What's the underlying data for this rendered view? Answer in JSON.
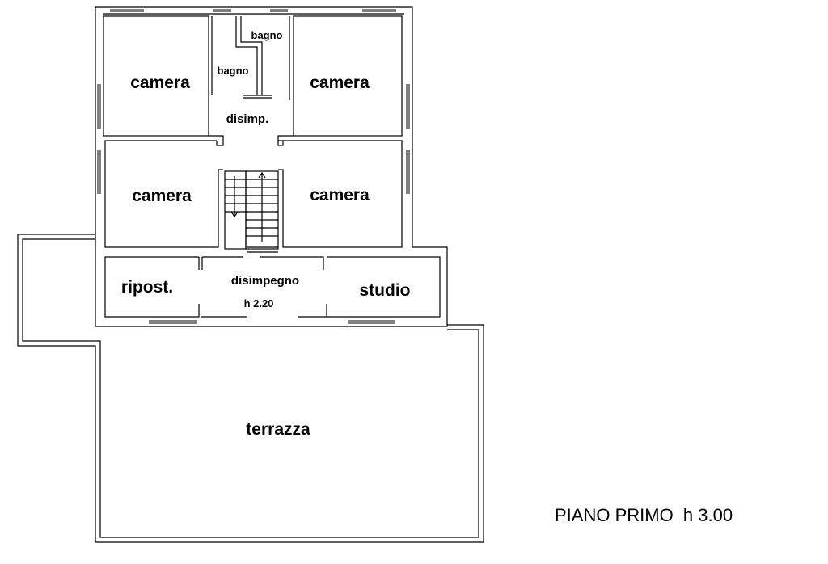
{
  "plan": {
    "title": "PIANO PRIMO  h 3.00",
    "rooms": {
      "camera_top_left": "camera",
      "camera_top_right": "camera",
      "camera_mid_left": "camera",
      "camera_mid_right": "camera",
      "bagno_upper": "bagno",
      "bagno_lower": "bagno",
      "disimp": "disimp.",
      "ripost": "ripost.",
      "disimpegno": "disimpegno",
      "disimpegno_height": "h 2.20",
      "studio": "studio",
      "terrazza": "terrazza"
    }
  },
  "colors": {
    "line": "#000000",
    "background": "#ffffff"
  }
}
